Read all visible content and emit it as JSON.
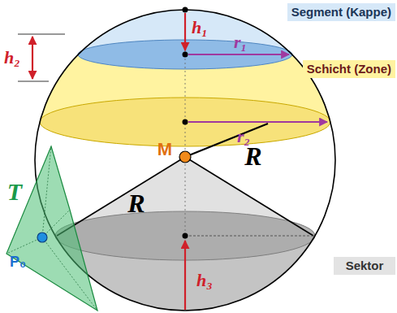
{
  "diagram": {
    "nodes": [
      {
        "text": [
          "Segment (Kappe)"
        ]
      },
      {
        "text": [
          "Schicht (Zone)"
        ]
      },
      {
        "text": [
          "Sektor"
        ]
      }
    ],
    "labels": [
      "h₁",
      "r₁",
      "h₂",
      "r₂",
      "M",
      "R",
      "R",
      "T",
      "P₀",
      "h₃"
    ]
  }
}
